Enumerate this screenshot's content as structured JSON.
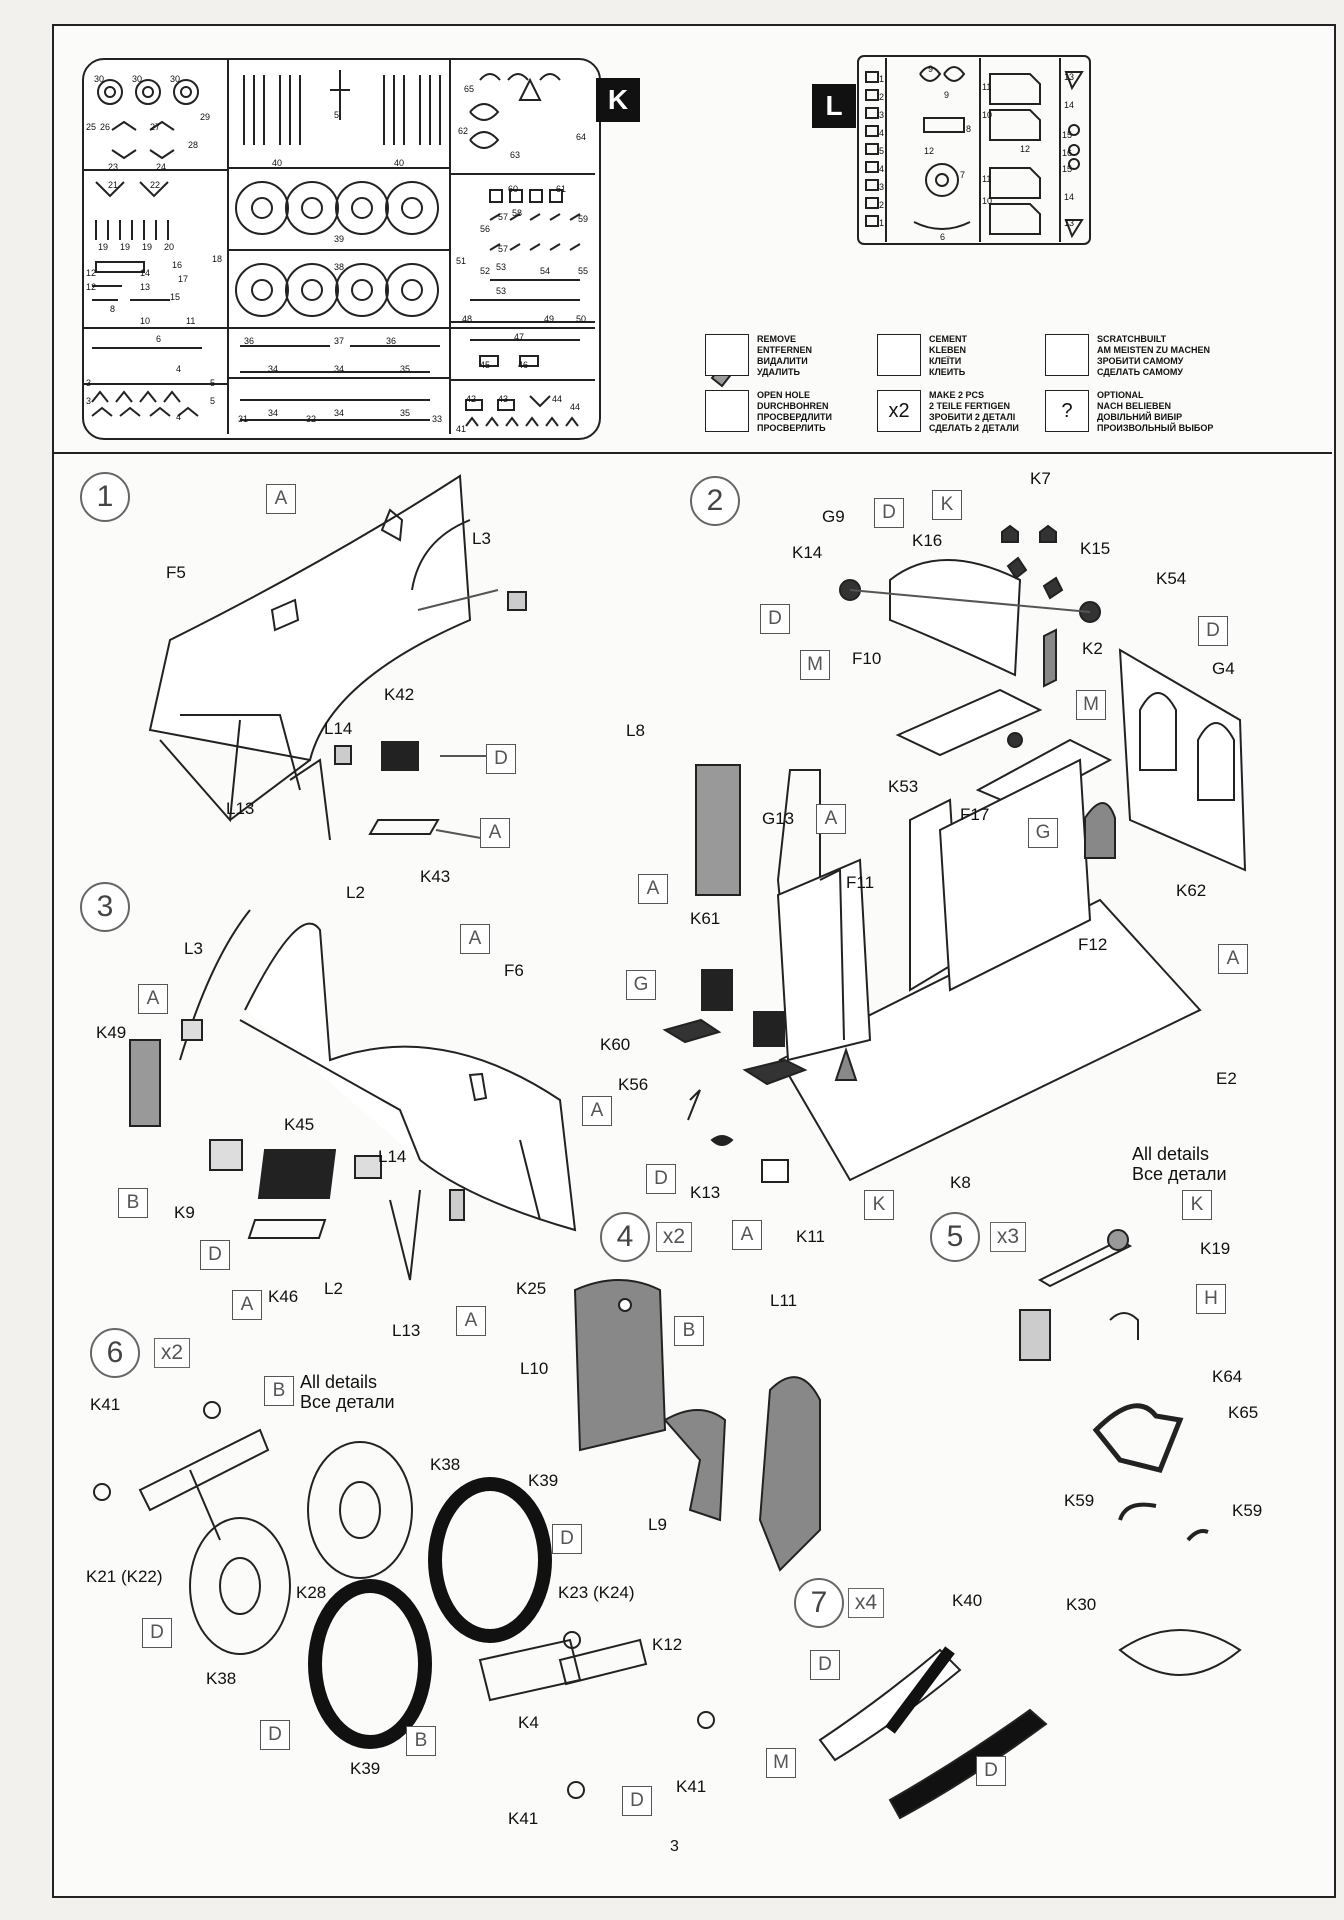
{
  "sprue_k": {
    "letter": "K",
    "numbers": [
      "30",
      "30",
      "30",
      "29",
      "25",
      "26",
      "27",
      "28",
      "23",
      "24",
      "21",
      "22",
      "19",
      "19",
      "19",
      "20",
      "18",
      "16",
      "17",
      "12",
      "14",
      "12",
      "13",
      "15",
      "8",
      "10",
      "11",
      "6",
      "4",
      "3",
      "5",
      "3",
      "4",
      "5",
      "40",
      "40",
      "5",
      "39",
      "38",
      "36",
      "37",
      "36",
      "34",
      "34",
      "35",
      "34",
      "34",
      "35",
      "31",
      "32",
      "33",
      "65",
      "62",
      "63",
      "64",
      "57",
      "58",
      "59",
      "56",
      "57",
      "60",
      "61",
      "51",
      "52",
      "53",
      "53",
      "54",
      "55",
      "48",
      "49",
      "50",
      "47",
      "45",
      "46",
      "42",
      "43",
      "44",
      "44",
      "41"
    ]
  },
  "sprue_l": {
    "letter": "L",
    "numbers": [
      "1",
      "2",
      "3",
      "4",
      "5",
      "4",
      "3",
      "2",
      "1",
      "9",
      "9",
      "8",
      "12",
      "7",
      "6",
      "11",
      "10",
      "12",
      "11",
      "10",
      "13",
      "14",
      "15",
      "16",
      "15",
      "14",
      "13"
    ]
  },
  "legend": {
    "remove": [
      "REMOVE",
      "ENTFERNEN",
      "ВИДАЛИТИ",
      "УДАЛИТЬ"
    ],
    "cement": [
      "CEMENT",
      "KLEBEN",
      "КЛЕЇТИ",
      "КЛЕИТЬ"
    ],
    "scratch": [
      "SCRATCHBUILT",
      "AM MEISTEN ZU MACHEN",
      "ЗРОБИТИ САМОМУ",
      "СДЕЛАТЬ САМОМУ"
    ],
    "open_hole": [
      "OPEN HOLE",
      "DURCHBOHREN",
      "ПРОСВЕРДЛИТИ",
      "ПРОСВЕРЛИТЬ"
    ],
    "make2": [
      "MAKE 2 PCS",
      "2 TEILE FERTIGEN",
      "ЗРОБИТИ 2 ДЕТАЛІ",
      "СДЕЛАТЬ 2 ДЕТАЛИ"
    ],
    "make2_symbol": "x2",
    "optional": [
      "OPTIONAL",
      "NACH BELIEBEN",
      "ДОВІЛЬНИЙ ВИБІР",
      "ПРОИЗВОЛЬНЫЙ ВЫБОР"
    ],
    "optional_symbol": "?"
  },
  "steps": {
    "s1": {
      "num": "1",
      "parts": [
        "F5",
        "L3",
        "K42",
        "L14",
        "L13",
        "L2",
        "K43"
      ],
      "colors": [
        "A",
        "A",
        "D",
        "A"
      ]
    },
    "s2": {
      "num": "2",
      "parts": [
        "K7",
        "G9",
        "K16",
        "K14",
        "K15",
        "K54",
        "K2",
        "G4",
        "F10",
        "L8",
        "K53",
        "F17",
        "G13",
        "K62",
        "F11",
        "F12",
        "K61",
        "E2",
        "K60",
        "K56",
        "K8",
        "K13",
        "K11"
      ],
      "colors": [
        "D",
        "K",
        "D",
        "D",
        "M",
        "M",
        "A",
        "G",
        "A",
        "G",
        "A",
        "A",
        "D",
        "A",
        "K"
      ]
    },
    "s3": {
      "num": "3",
      "parts": [
        "L3",
        "F6",
        "K49",
        "K45",
        "L14",
        "K9",
        "K46",
        "L2",
        "K25",
        "L13"
      ],
      "colors": [
        "A",
        "A",
        "B",
        "D",
        "A",
        "A"
      ]
    },
    "s4": {
      "num": "4",
      "mult": "x2",
      "parts": [
        "L11",
        "L10",
        "L9"
      ],
      "colors": [
        "B"
      ]
    },
    "s5": {
      "num": "5",
      "mult": "x3",
      "note": [
        "All details",
        "Все детали"
      ],
      "parts": [
        "K19",
        "K64",
        "K65",
        "K59",
        "K59",
        "K30"
      ],
      "colors": [
        "K",
        "H"
      ]
    },
    "s6": {
      "num": "6",
      "mult": "x2",
      "note": [
        "All details",
        "Все детали"
      ],
      "parts": [
        "K41",
        "K38",
        "K39",
        "K21 (K22)",
        "K28",
        "K23 (K24)",
        "K12",
        "K38",
        "K39",
        "K4",
        "K41",
        "K41"
      ],
      "colors": [
        "B",
        "D",
        "D",
        "D",
        "B",
        "D"
      ]
    },
    "s7": {
      "num": "7",
      "mult": "x4",
      "parts": [
        "K40"
      ],
      "colors": [
        "D",
        "M",
        "D"
      ]
    }
  },
  "page_number": "3"
}
